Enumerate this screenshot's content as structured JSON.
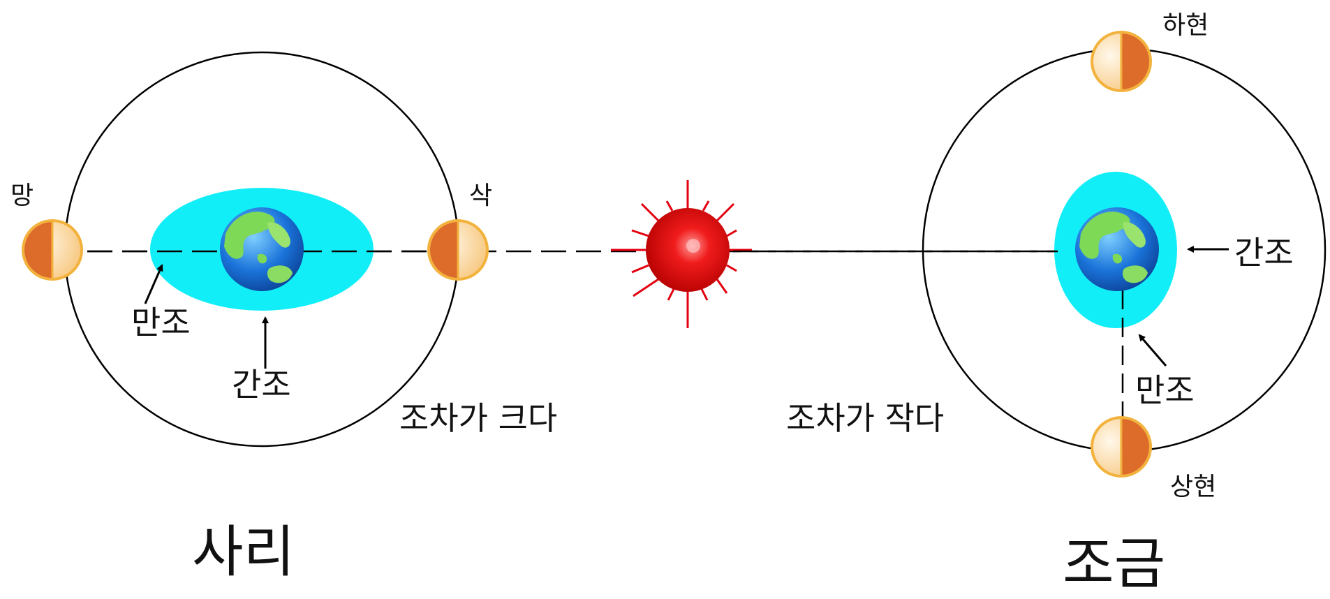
{
  "left": {
    "title": "사리",
    "caption": "조차가 크다",
    "moon_full": "망",
    "moon_new": "삭",
    "high_tide": "만조",
    "low_tide": "간조"
  },
  "right": {
    "title": "조금",
    "caption": "조차가 작다",
    "third_quarter": "하현",
    "first_quarter": "상현",
    "high_tide": "만조",
    "low_tide": "간조"
  },
  "colors": {
    "tide_bulge": "#12EEF7",
    "sun": "#E3000F",
    "moon_dark": "#DD6B2A",
    "moon_light": "#FFE3B0",
    "moon_rim": "#F2B23C",
    "orbit": "#000000"
  }
}
